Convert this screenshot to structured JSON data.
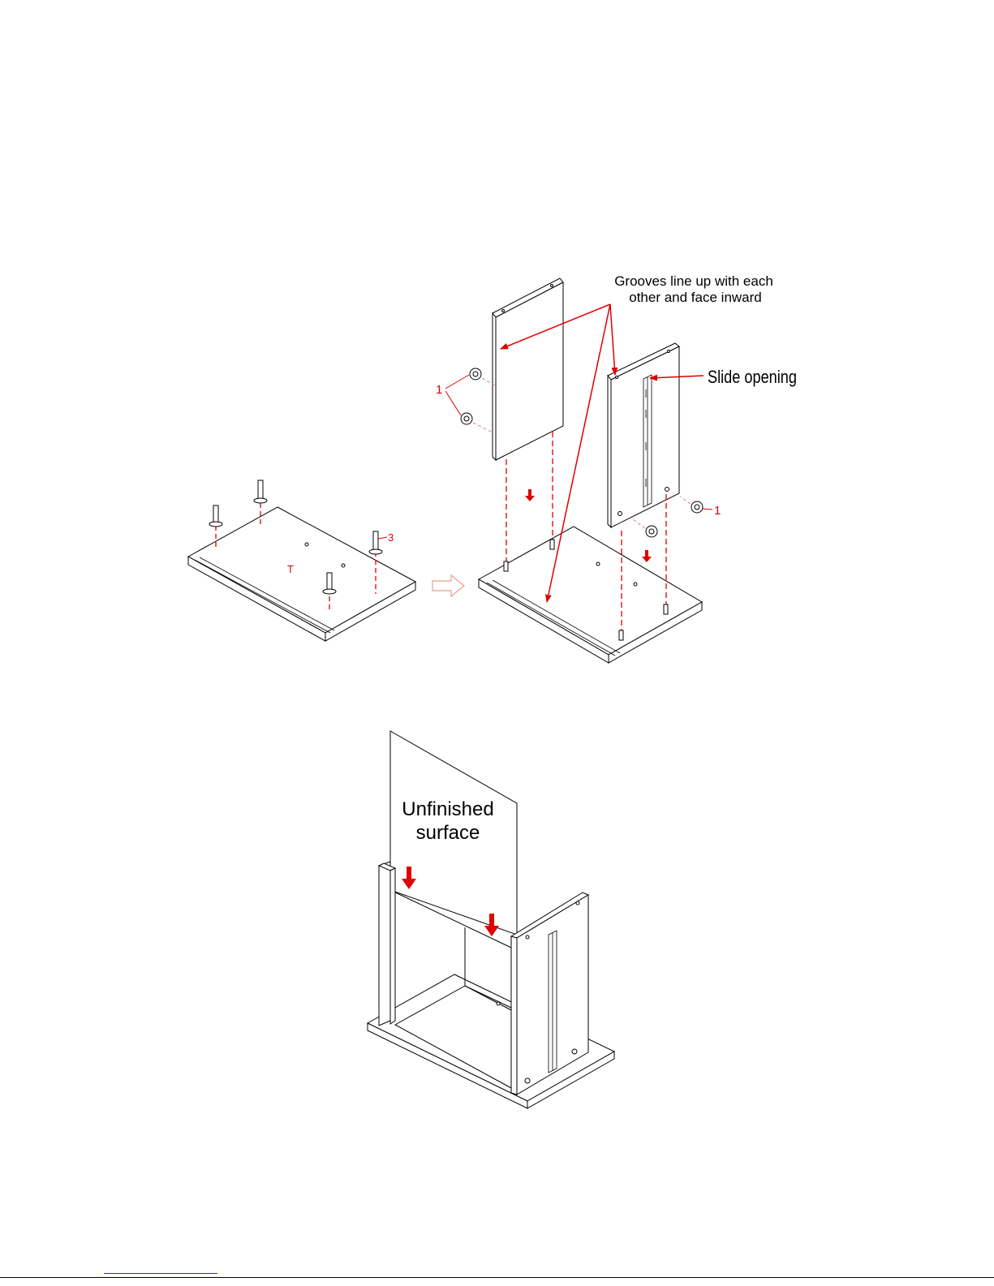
{
  "callouts": {
    "grooves_line1": "Grooves line up with each",
    "grooves_line2": "other and face inward",
    "slide_opening": "Slide opening",
    "unfinished_line1": "Unfinished",
    "unfinished_line2": "surface"
  },
  "part_labels": {
    "cam_lock": "1",
    "cam_lock_right": "1",
    "dowel": "3",
    "top_mark": "T"
  },
  "colors": {
    "annotation": "#e00000",
    "line": "#000000",
    "panel_fill": "#ffffff"
  },
  "icons": [
    "dashed-guide-line",
    "down-arrow-icon",
    "step-arrow-icon",
    "cam-lock-icon",
    "dowel-icon",
    "drawer-slide-icon"
  ]
}
